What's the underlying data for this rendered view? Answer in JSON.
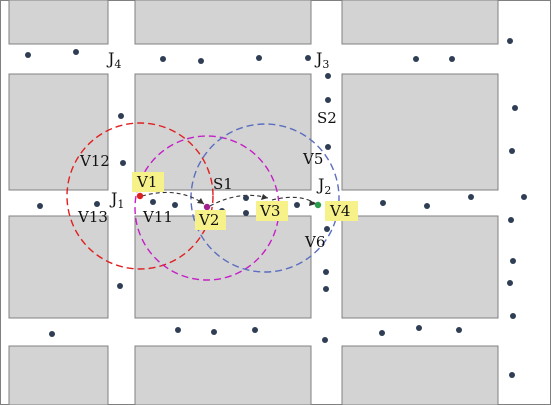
{
  "junctions": {
    "j4": {
      "base": "J",
      "sub": "4"
    },
    "j3": {
      "base": "J",
      "sub": "3"
    },
    "j2": {
      "base": "J",
      "sub": "2"
    },
    "j1": {
      "base": "J",
      "sub": "1"
    }
  },
  "sensors": {
    "s1": "S1",
    "s2": "S2"
  },
  "vehicles": {
    "v1": "V1",
    "v2": "V2",
    "v3": "V3",
    "v4": "V4",
    "v5": "V5",
    "v6": "V6",
    "v11": "V11",
    "v12": "V12",
    "v13": "V13"
  },
  "colors": {
    "block_fill": "#d3d3d3",
    "block_stroke": "#808080",
    "road": "#ffffff",
    "dot": "#2f3e55",
    "range_v1": "#e02020",
    "range_v2": "#c41fc4",
    "range_v3": "#5b6ec0",
    "highlight": "#f7f18a",
    "v1_dot": "#e02020",
    "v2_dot": "#a02090",
    "v4_dot": "#2a9d4a"
  },
  "icons": {
    "vehicle": "dot-icon",
    "communication_range": "dashed-circle-icon",
    "message_path": "dashed-arrow-icon"
  }
}
